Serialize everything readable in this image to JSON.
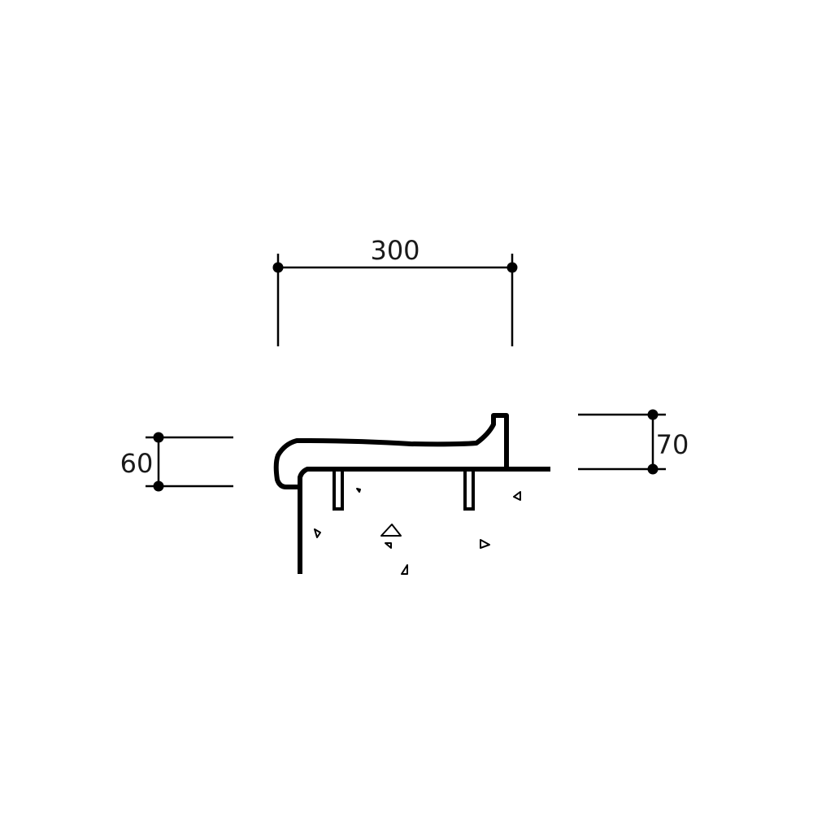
{
  "dimensions": {
    "width_label": "300",
    "left_height_label": "60",
    "right_height_label": "70"
  },
  "colors": {
    "line": "#000000",
    "text": "#1a1a1a",
    "background": "#ffffff"
  }
}
